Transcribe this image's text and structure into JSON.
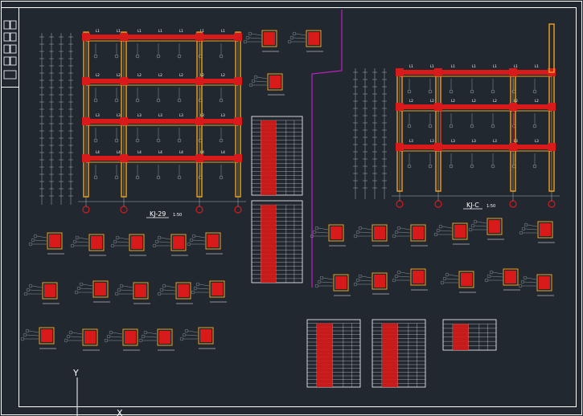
{
  "drawing": {
    "frames": [
      {
        "label": "KJ-29",
        "scale": "1:50"
      },
      {
        "label": "KJ-C",
        "scale": "1:50"
      }
    ],
    "ucs_label": "Y",
    "ucs_x_label": "X",
    "colors": {
      "background": "#212830",
      "beam_fill": "#d81a1a",
      "column_outline": "#f0a020",
      "rebar": "#ffd040",
      "border": "#ffffff",
      "dimension": "#aab0b8",
      "magenta_line": "#c020c0"
    }
  }
}
